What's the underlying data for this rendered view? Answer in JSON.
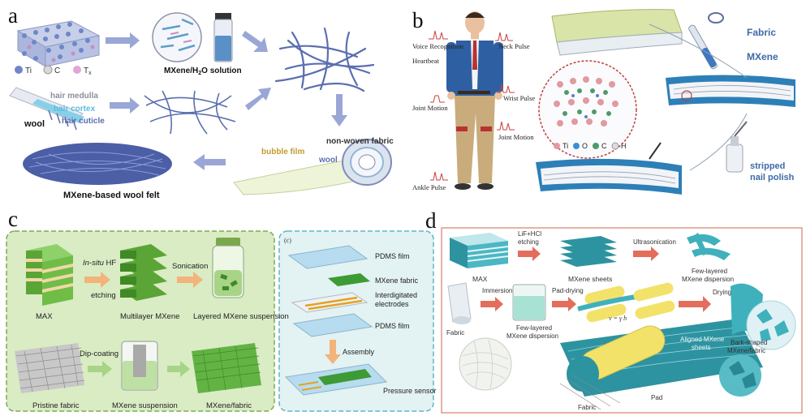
{
  "panels": {
    "a": {
      "letter": "a",
      "atoms": [
        "Ti",
        "C",
        "T"
      ],
      "atom_sub": "x",
      "solution": "MXene/H",
      "solution_sub": "2",
      "solution_rest": "O solution",
      "hair_medulla": "hair medulla",
      "hair_cortex": "hair cortex",
      "hair_cuticle": "hair cuticle",
      "wool": "wool",
      "non_woven": "non-woven fabric",
      "bubble_film": "bubble film",
      "wool2": "wool",
      "felt": "MXene-based wool felt"
    },
    "b": {
      "letter": "b",
      "voice": "Voice Recognition",
      "heartbeat": "Heartbeat",
      "neck": "Neck Pulse",
      "wrist": "Wrist Pulse",
      "joint1": "Joint Motion",
      "joint2": "Joint Motion",
      "ankle": "Ankle Pulse",
      "fabric": "Fabric",
      "mxene": "MXene",
      "legend": [
        "Ti",
        "O",
        "C",
        "H"
      ],
      "stripped1": "stripped",
      "stripped2": "nail polish"
    },
    "c": {
      "letter": "c",
      "insitu": "In-situ",
      "hf": " HF",
      "etching": "etching",
      "sonication": "Sonication",
      "max": "MAX",
      "multilayer": "Multilayer MXene",
      "layered": "Layered MXene suspension",
      "dip": "Dip-coating",
      "pristine": "Pristine fabric",
      "susp": "MXene suspension",
      "mxfab": "MXene/fabric",
      "sub": "(c)",
      "pdms1": "PDMS film",
      "mxene_fabric": "MXene fabric",
      "inter1": "Interdigitated",
      "inter2": "electrodes",
      "pdms2": "PDMS film",
      "assembly": "Assembly",
      "pressure": "Pressure sensor"
    },
    "d": {
      "letter": "d",
      "lif": "LiF+HCl",
      "etching": "etching",
      "ultra": "Ultrasonication",
      "max": "MAX",
      "sheets": "MXene sheets",
      "few1a": "Few-layered",
      "few1b": "MXene dispersion",
      "fabric": "Fabric",
      "immersion": "Immersion",
      "few2a": "Few-layered",
      "few2b": "MXene dispersion",
      "pad_drying": "Pad-drying",
      "drying": "Drying",
      "vgh": "v = γ h",
      "aligned1": "Aligned MXene",
      "aligned2": "sheets",
      "bark1": "Bark-shaped",
      "bark2": "MXene/fabric",
      "fabric2": "Fabric",
      "pad": "Pad"
    }
  },
  "colors": {
    "arrow": "#9aa7d6",
    "wool_fiber": "#5b6fb0",
    "mxene_blue": "#2d7fb8",
    "green_panel": "#d9ecc4",
    "green_border": "#7cab53",
    "cyan_border": "#5fb7c4",
    "red_border": "#d4806a",
    "teal_sheet": "#3fb1bd"
  }
}
